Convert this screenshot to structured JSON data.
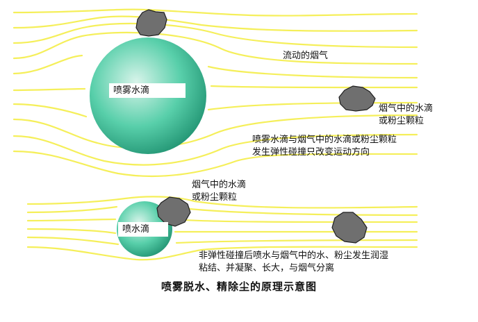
{
  "diagram": {
    "top": {
      "droplet_label": "喷雾水滴",
      "flue_gas_label": "流动的烟气",
      "particle_label_line1": "烟气中的水滴",
      "particle_label_line2": "或粉尘颗粒",
      "explanation_line1": "喷雾水滴与烟气中的水滴或粉尘颗粒",
      "explanation_line2": "发生弹性碰撞只改变运动方向"
    },
    "bottom": {
      "droplet_label": "喷水滴",
      "particle_label_line1": "烟气中的水滴",
      "particle_label_line2": "或粉尘颗粒",
      "explanation_line1": "非弹性碰撞后喷水与烟气中的水、粉尘发生润湿",
      "explanation_line2": "粘结、并凝聚、长大，与烟气分离"
    },
    "caption": "喷雾脱水、精除尘的原理示意图"
  },
  "colors": {
    "streamline": "#f5ef5a",
    "particle_fill": "#6f6f6f",
    "particle_stroke": "#1f1f1f",
    "droplet_light": "#d8f4ea",
    "droplet_mid": "#58cfaa",
    "droplet_dark": "#1d8f6e"
  }
}
